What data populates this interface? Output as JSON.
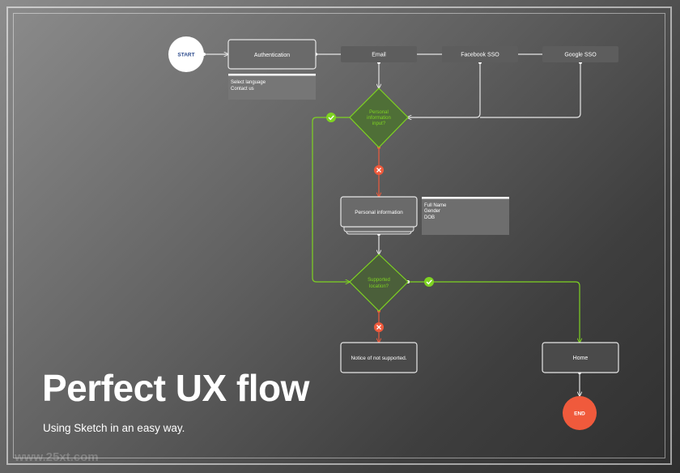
{
  "colors": {
    "accent_green": "#7ed321",
    "red": "#f05a3c",
    "node_fill": "#5d5d5d",
    "stroke": "#e6e6e6"
  },
  "nodes": {
    "start": "START",
    "authentication": "Authentication",
    "email": "Email",
    "facebook_sso": "Facebook SSO",
    "google_sso": "Google SSO",
    "personal_info_question": [
      "Personal",
      "information",
      "input?"
    ],
    "personal_information": "Personal information",
    "supported_location_question": [
      "Supported",
      "location?"
    ],
    "notice_not_supported": "Notice of not supported.",
    "home": "Home",
    "end": "END"
  },
  "notes": {
    "auth_options": [
      "Select language",
      "Contact us"
    ],
    "personal_fields": [
      "Full Name",
      "Gender",
      "DOB"
    ]
  },
  "branch_icons": {
    "yes": "check-icon",
    "no": "cross-icon"
  },
  "headline": "Perfect UX flow",
  "subline": "Using Sketch in an easy way.",
  "watermark": "www.25xt.com"
}
